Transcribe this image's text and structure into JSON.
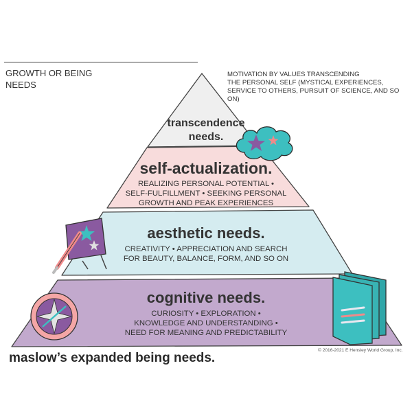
{
  "labels": {
    "growth_line1": "GROWTH OR BEING",
    "growth_line2": "NEEDS",
    "motivation_line1": "MOTIVATION BY VALUES TRANSCENDING",
    "motivation_line2": "THE PERSONAL SELF (MYSTICAL EXPERIENCES,",
    "motivation_line3": "SERVICE TO OTHERS, PURSUIT OF SCIENCE, AND SO ON)"
  },
  "tiers": {
    "transcendence": {
      "title_line1": "transcendence",
      "title_line2": "needs.",
      "color": "#eeeeee"
    },
    "self_actualization": {
      "title": "self-actualization.",
      "desc_line1": "REALIZING PERSONAL POTENTIAL •",
      "desc_line2": "SELF-FULFILLMENT • SEEKING PERSONAL",
      "desc_line3": "GROWTH AND PEAK EXPERIENCES",
      "color": "#f8dcdc"
    },
    "aesthetic": {
      "title": "aesthetic needs.",
      "desc_line1": "CREATIVITY • APPRECIATION AND SEARCH",
      "desc_line2": "FOR BEAUTY, BALANCE, FORM, AND SO ON",
      "color": "#d4ecf0"
    },
    "cognitive": {
      "title": "cognitive needs.",
      "desc_line1": "CURIOSITY • EXPLORATION •",
      "desc_line2": "KNOWLEDGE AND UNDERSTANDING •",
      "desc_line3": "NEED FOR MEANING AND PREDICTABILITY",
      "color": "#c1a8cc"
    }
  },
  "footer": {
    "title": "maslow’s expanded being needs.",
    "copyright": "© 2016-2021 E Hensley World Group, Inc."
  },
  "icons": [
    "cloud-stars-icon",
    "easel-paintbrush-icon",
    "compass-icon",
    "books-icon"
  ],
  "colors": {
    "outline": "#444444",
    "teal": "#3dbfc0",
    "purple": "#8a5aa0",
    "pink": "#f08a8a"
  }
}
